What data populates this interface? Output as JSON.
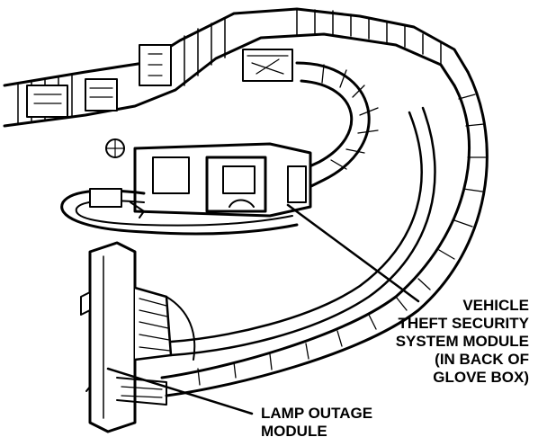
{
  "labels": {
    "vtss": [
      "VEHICLE",
      "THEFT SECURITY",
      "SYSTEM MODULE",
      "(IN BACK OF",
      "GLOVE BOX)"
    ],
    "lamp": [
      "LAMP OUTAGE",
      "MODULE"
    ]
  },
  "colors": {
    "ink": "#000000",
    "paper": "#ffffff"
  }
}
